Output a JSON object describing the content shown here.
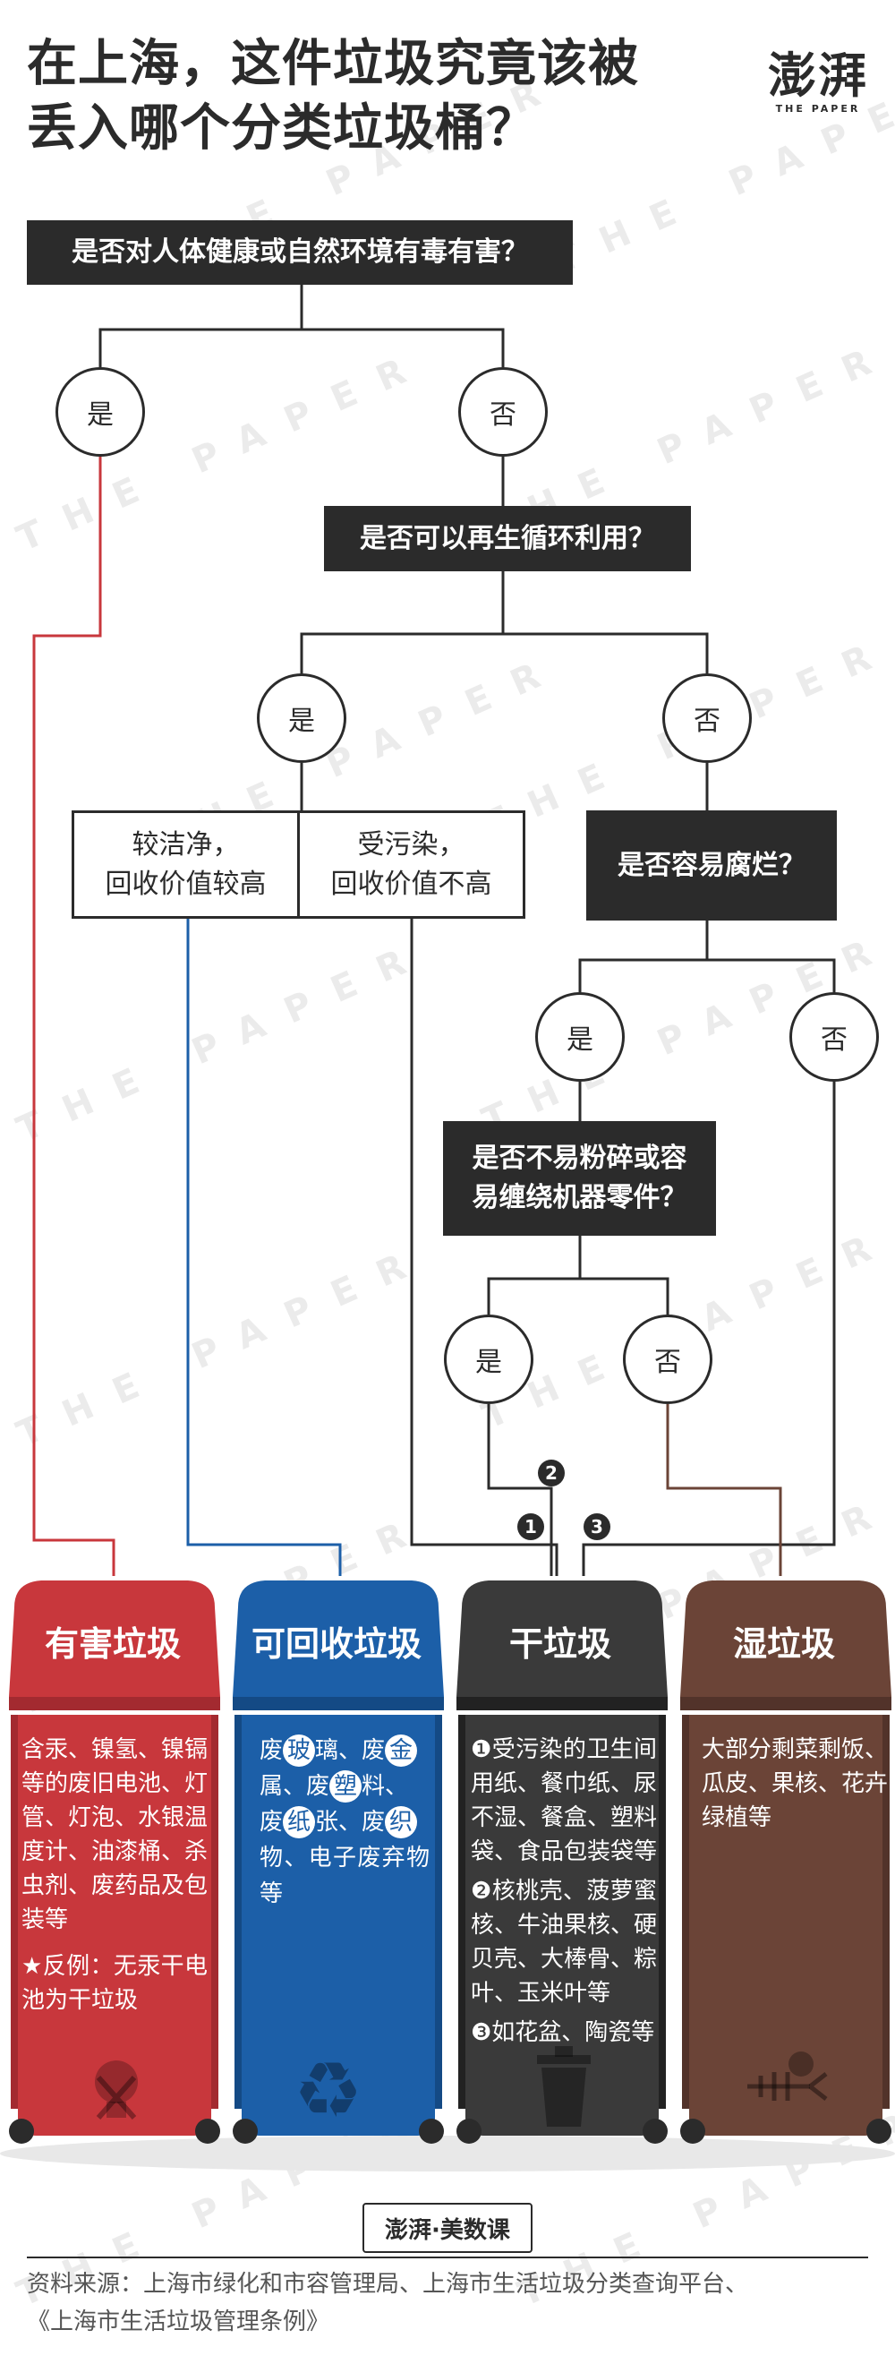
{
  "title": {
    "line1": "在上海，这件垃圾究竟该被",
    "line2": "丢入哪个分类垃圾桶？"
  },
  "logo": {
    "cn": "澎湃",
    "en": "THE PAPER"
  },
  "watermark": "THE PAPER",
  "questions": {
    "q1": "是否对人体健康或自然环境有毒有害？",
    "q2": "是否可以再生循环利用？",
    "q3": "是否容易腐烂？",
    "q4_line1": "是否不易粉碎或容",
    "q4_line2": "易缠绕机器零件？"
  },
  "answers": {
    "yes": "是",
    "no": "否"
  },
  "outcomes": {
    "clean_line1": "较洁净，",
    "clean_line2": "回收价值较高",
    "dirty_line1": "受污染，",
    "dirty_line2": "回收价值不高"
  },
  "markers": [
    "1",
    "2",
    "3"
  ],
  "bins": {
    "hazardous": {
      "name": "有害垃圾",
      "color": "#c8373c",
      "text": "含汞、镍氢、镍镉等的废旧电池、灯管、灯泡、水银温度计、油漆桶、杀虫剂、废药品及包装等",
      "note": "★反例：无汞干电池为干垃圾",
      "icon": "broken-bulb-icon"
    },
    "recyclable": {
      "name": "可回收垃圾",
      "color": "#1c5fa8",
      "line1_a": "废",
      "line1_hl": "玻",
      "line1_b": "璃、废",
      "line1_hl2": "金",
      "line2_a": "属、废",
      "line2_hl": "塑",
      "line2_b": "料、",
      "line3_a": "废",
      "line3_hl": "纸",
      "line3_b": "张、废",
      "line3_hl2": "织",
      "line4": "物、电子废弃物等",
      "icon": "recycle-icon"
    },
    "dry": {
      "name": "干垃圾",
      "color": "#3a3a3a",
      "item1": "❶受污染的卫生间用纸、餐巾纸、尿不湿、餐盒、塑料袋、食品包装袋等",
      "item2": "❷核桃壳、菠萝蜜核、牛油果核、硬贝壳、大棒骨、粽叶、玉米叶等",
      "item3": "❸如花盆、陶瓷等",
      "icon": "trash-icon"
    },
    "wet": {
      "name": "湿垃圾",
      "color": "#6b4437",
      "text": "大部分剩菜剩饭、瓜皮、果核、花卉绿植等",
      "icon": "fish-bone-icon"
    }
  },
  "footer": {
    "logo": "澎湃·美数课",
    "source_line1": "资料来源：上海市绿化和市容管理局、上海市生活垃圾分类查询平台、",
    "source_line2": "《上海市生活垃圾管理条例》"
  }
}
